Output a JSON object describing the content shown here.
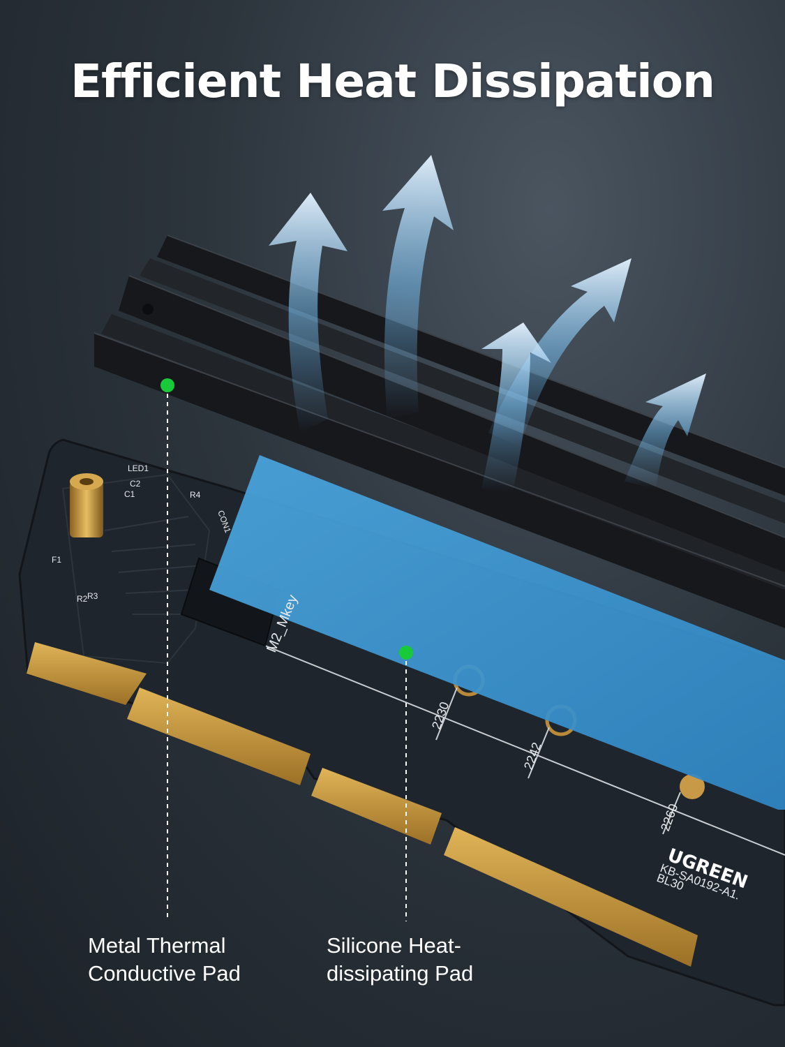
{
  "headline": "Efficient Heat Dissipation",
  "callouts": [
    {
      "line1": "Metal Thermal",
      "line2": "Conductive Pad"
    },
    {
      "line1": "Silicone Heat-",
      "line2": "dissipating Pad"
    }
  ],
  "board": {
    "slot_label": "M2_Mkey",
    "length_marks": [
      "2230",
      "2242",
      "2260"
    ],
    "brand": "UGREEN",
    "model_line1": "KB-SA0192-A1.",
    "model_line2": "BL30",
    "silkscreen": [
      "LED1",
      "C2",
      "C1",
      "R4",
      "CON1",
      "F1",
      "R2",
      "R3"
    ]
  },
  "colors": {
    "marker": "#18c93a",
    "heatsink": "#1a1c20",
    "silicone_pad": "#3f9bd6",
    "gold_contacts": "#c99a3a",
    "pcb": "#1f252c"
  }
}
